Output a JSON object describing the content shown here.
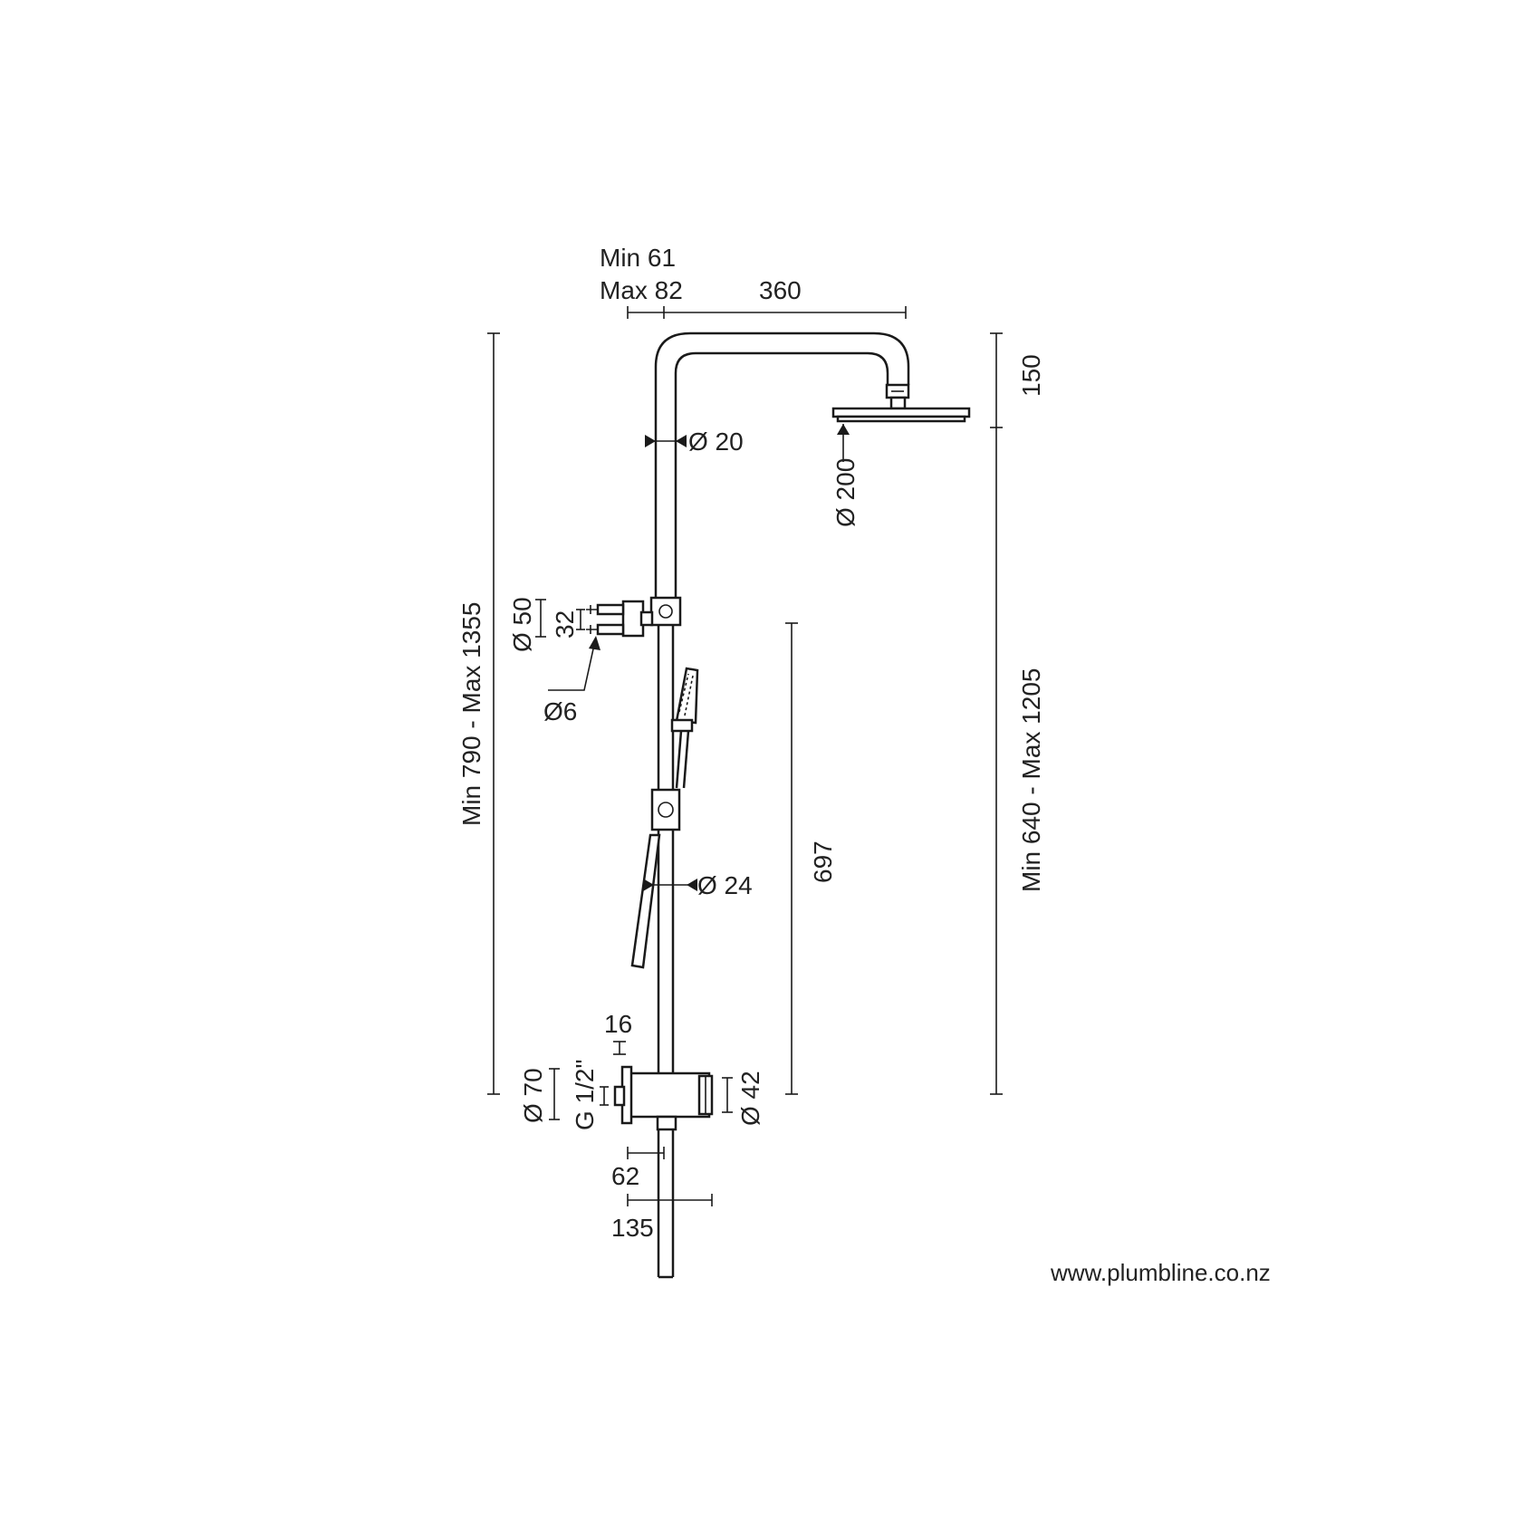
{
  "dimensions": {
    "arm_offset_min": "Min 61",
    "arm_offset_max": "Max 82",
    "arm_length": "360",
    "head_drop": "150",
    "riser_diameter": "Ø 20",
    "head_diameter": "Ø 200",
    "total_height": "Min 790 - Max 1355",
    "head_height": "Min 640 - Max 1205",
    "holder_diameter": "Ø 50",
    "holder_spacing": "32",
    "holder_pin": "Ø6",
    "hand_shower_height": "697",
    "hand_shower_diameter": "Ø 24",
    "inlet_depth": "16",
    "mixer_diameter": "Ø 70",
    "inlet_thread": "G 1/2\"",
    "mixer_body_diameter": "Ø 42",
    "spout_projection": "62",
    "mixer_projection": "135"
  },
  "footer": {
    "url": "www.plumbline.co.nz"
  }
}
